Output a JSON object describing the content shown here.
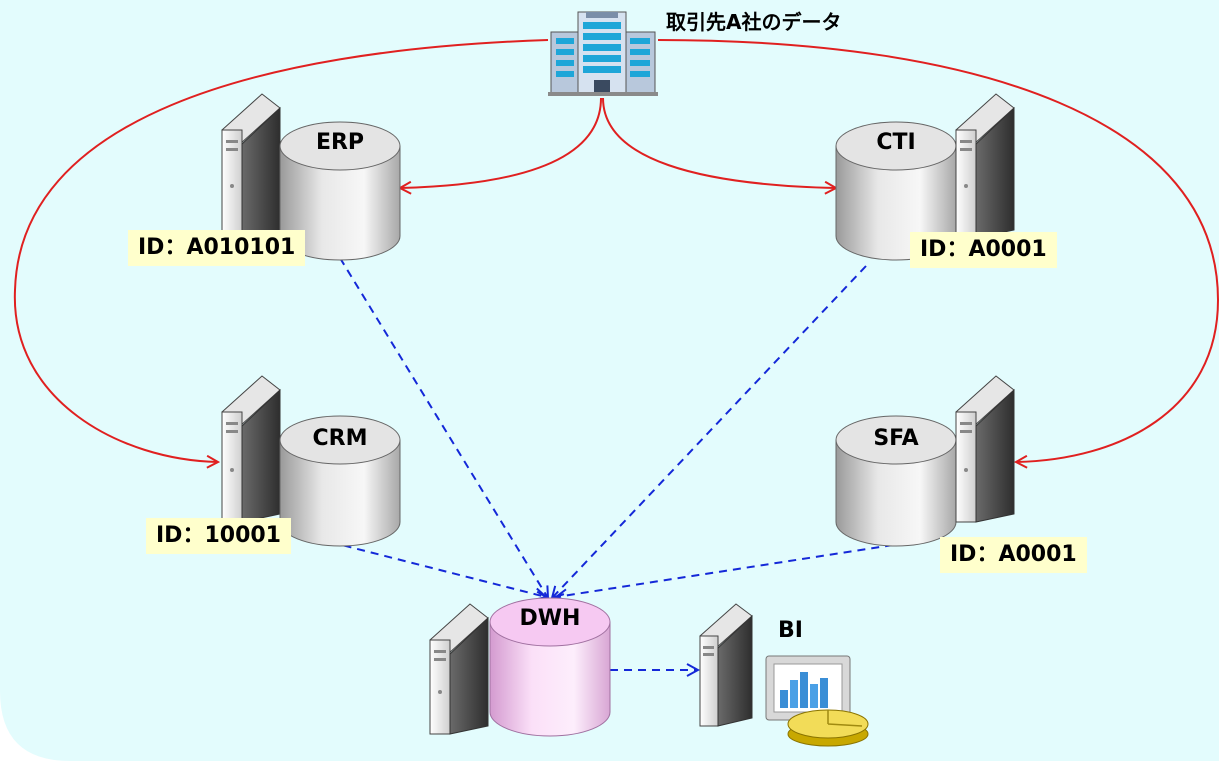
{
  "company": {
    "label": "取引先A社のデータ"
  },
  "systems": {
    "erp": {
      "name": "ERP",
      "id": "ID：A010101"
    },
    "cti": {
      "name": "CTI",
      "id": "ID：A0001"
    },
    "crm": {
      "name": "CRM",
      "id": "ID：10001"
    },
    "sfa": {
      "name": "SFA",
      "id": "ID：A0001"
    },
    "dwh": {
      "name": "DWH"
    },
    "bi": {
      "name": "BI"
    }
  },
  "colors": {
    "background": "#e3fcfd",
    "data_flow_red": "#e02020",
    "etl_flow_blue": "#1428d8",
    "id_label_bg": "#ffffcc",
    "dwh_cylinder": "#f4c8f0"
  }
}
